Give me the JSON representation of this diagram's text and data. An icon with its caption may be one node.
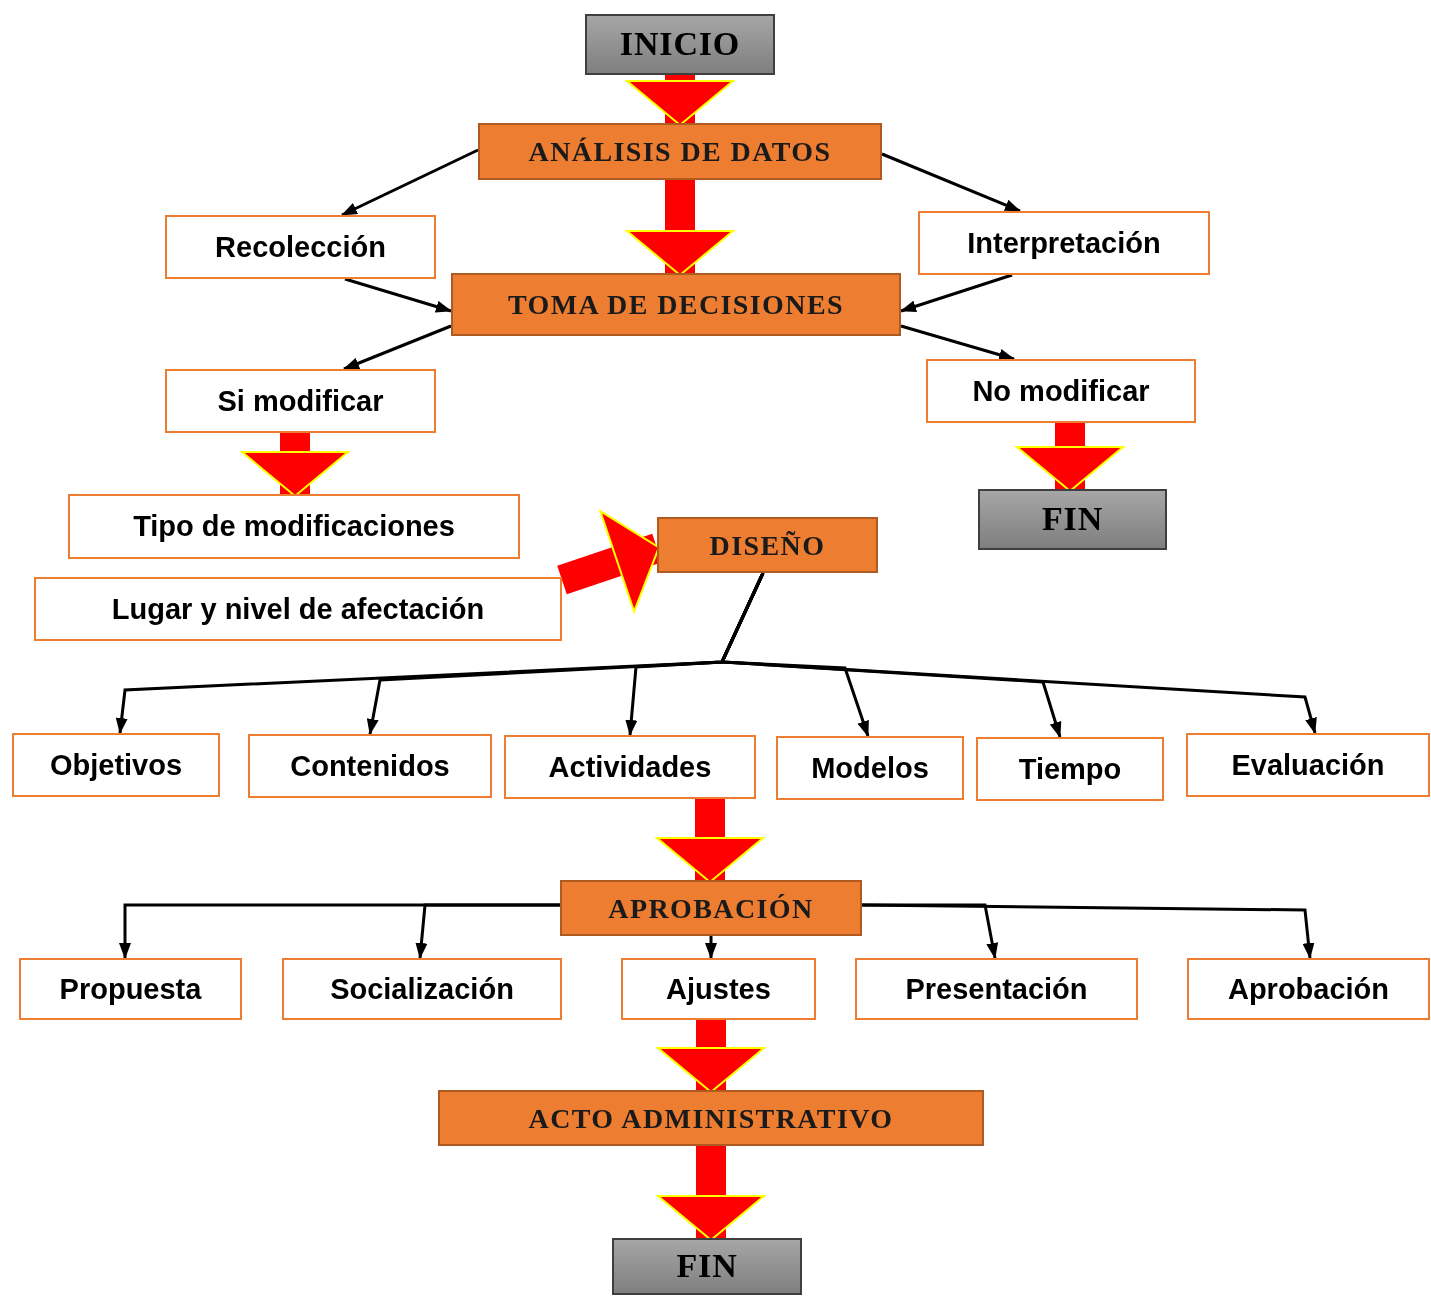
{
  "diagram": {
    "nodes": [
      {
        "text": [
          "INICIO"
        ]
      },
      {
        "text": [
          "ANÁLISIS DE DATOS"
        ]
      },
      {
        "text": [
          "Recolección"
        ]
      },
      {
        "text": [
          "Interpretación"
        ]
      },
      {
        "text": [
          "TOMA DE DECISIONES"
        ]
      },
      {
        "text": [
          "Si modificar"
        ]
      },
      {
        "text": [
          "No modificar"
        ]
      },
      {
        "text": [
          "Tipo de modificaciones"
        ]
      },
      {
        "text": [
          "Lugar y nivel de afectación"
        ]
      },
      {
        "text": [
          "FIN"
        ]
      },
      {
        "text": [
          "DISEÑO"
        ]
      },
      {
        "text": [
          "Objetivos"
        ]
      },
      {
        "text": [
          "Contenidos"
        ]
      },
      {
        "text": [
          "Actividades"
        ]
      },
      {
        "text": [
          "Modelos"
        ]
      },
      {
        "text": [
          "Tiempo"
        ]
      },
      {
        "text": [
          "Evaluación"
        ]
      },
      {
        "text": [
          "APROBACIÓN"
        ]
      },
      {
        "text": [
          "Propuesta"
        ]
      },
      {
        "text": [
          "Socialización"
        ]
      },
      {
        "text": [
          "Ajustes"
        ]
      },
      {
        "text": [
          "Presentación"
        ]
      },
      {
        "text": [
          "Aprobación"
        ]
      },
      {
        "text": [
          "ACTO ADMINISTRATIVO"
        ]
      },
      {
        "text": [
          "FIN"
        ]
      }
    ],
    "edges": [
      {
        "from": 0,
        "to": 1,
        "arrow": "to",
        "style": "thick",
        "color": "#ff0000"
      },
      {
        "from": 1,
        "to": 2,
        "arrow": "to"
      },
      {
        "from": 1,
        "to": 3,
        "arrow": "to"
      },
      {
        "from": 1,
        "to": 4,
        "arrow": "to",
        "style": "thick",
        "color": "#ff0000"
      },
      {
        "from": 2,
        "to": 4,
        "arrow": "to"
      },
      {
        "from": 3,
        "to": 4,
        "arrow": "to"
      },
      {
        "from": 4,
        "to": 5,
        "arrow": "to"
      },
      {
        "from": 4,
        "to": 6,
        "arrow": "to"
      },
      {
        "from": 5,
        "to": 7,
        "arrow": "to",
        "style": "thick",
        "color": "#ff0000"
      },
      {
        "from": 6,
        "to": 9,
        "arrow": "to",
        "style": "thick",
        "color": "#ff0000"
      },
      {
        "from": 8,
        "to": 10,
        "arrow": "to",
        "style": "thick",
        "color": "#ff0000"
      },
      {
        "from": 10,
        "to": 11,
        "arrow": "to"
      },
      {
        "from": 10,
        "to": 12,
        "arrow": "to"
      },
      {
        "from": 10,
        "to": 13,
        "arrow": "to"
      },
      {
        "from": 10,
        "to": 14,
        "arrow": "to"
      },
      {
        "from": 10,
        "to": 15,
        "arrow": "to"
      },
      {
        "from": 10,
        "to": 16,
        "arrow": "to"
      },
      {
        "from": 13,
        "to": 17,
        "arrow": "to",
        "style": "thick",
        "color": "#ff0000"
      },
      {
        "from": 17,
        "to": 18,
        "arrow": "to"
      },
      {
        "from": 17,
        "to": 19,
        "arrow": "to"
      },
      {
        "from": 17,
        "to": 20,
        "arrow": "to"
      },
      {
        "from": 17,
        "to": 21,
        "arrow": "to"
      },
      {
        "from": 17,
        "to": 22,
        "arrow": "to"
      },
      {
        "from": 20,
        "to": 23,
        "arrow": "to",
        "style": "thick",
        "color": "#ff0000"
      },
      {
        "from": 23,
        "to": 24,
        "arrow": "to",
        "style": "thick",
        "color": "#ff0000"
      }
    ]
  }
}
